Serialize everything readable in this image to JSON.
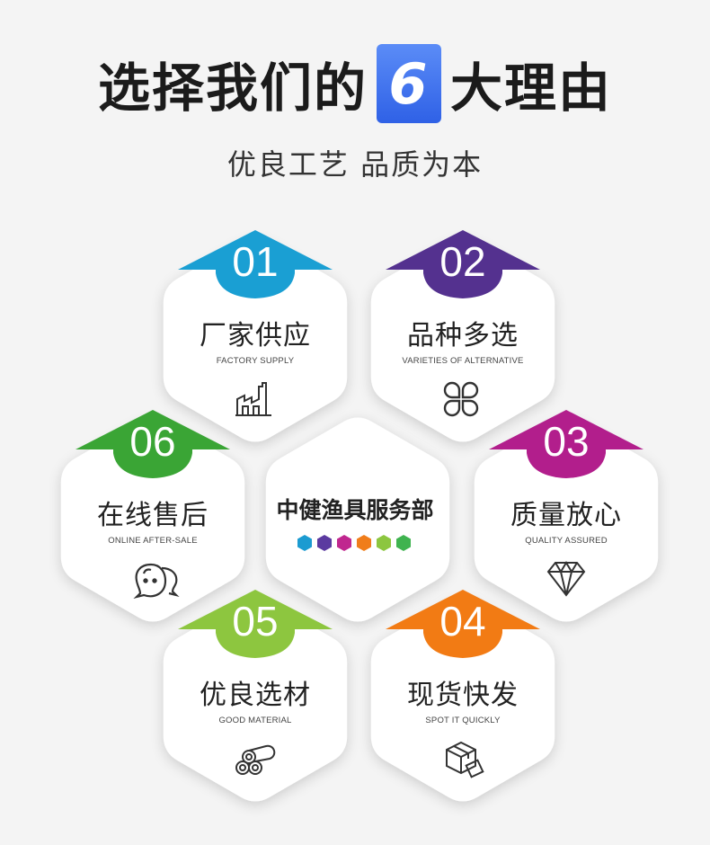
{
  "header": {
    "title_before": "选择我们的",
    "title_number": "6",
    "title_after": "大理由",
    "subtitle": "优良工艺 品质为本",
    "number_box_color": "#3f6ff0"
  },
  "center": {
    "title": "中健渔具服务部",
    "dot_colors": [
      "#1b9bd1",
      "#5b3aa0",
      "#c0278f",
      "#f07d1a",
      "#8cc63f",
      "#3fb34f"
    ]
  },
  "cards": [
    {
      "num": "01",
      "cn": "厂家供应",
      "en": "FACTORY SUPPLY",
      "color": "#1a9fd3",
      "icon": "factory-icon"
    },
    {
      "num": "02",
      "cn": "品种多选",
      "en": "VARIETIES OF ALTERNATIVE",
      "color": "#54318f",
      "icon": "clover-icon"
    },
    {
      "num": "03",
      "cn": "质量放心",
      "en": "QUALITY ASSURED",
      "color": "#b21e8c",
      "icon": "diamond-icon"
    },
    {
      "num": "04",
      "cn": "现货快发",
      "en": "SPOT IT QUICKLY",
      "color": "#f27b14",
      "icon": "package-icon"
    },
    {
      "num": "05",
      "cn": "优良选材",
      "en": "GOOD MATERIAL",
      "color": "#8dc63f",
      "icon": "material-logs-icon"
    },
    {
      "num": "06",
      "cn": "在线售后",
      "en": "ONLINE AFTER-SALE",
      "color": "#3aa535",
      "icon": "chat-bubbles-icon"
    }
  ]
}
